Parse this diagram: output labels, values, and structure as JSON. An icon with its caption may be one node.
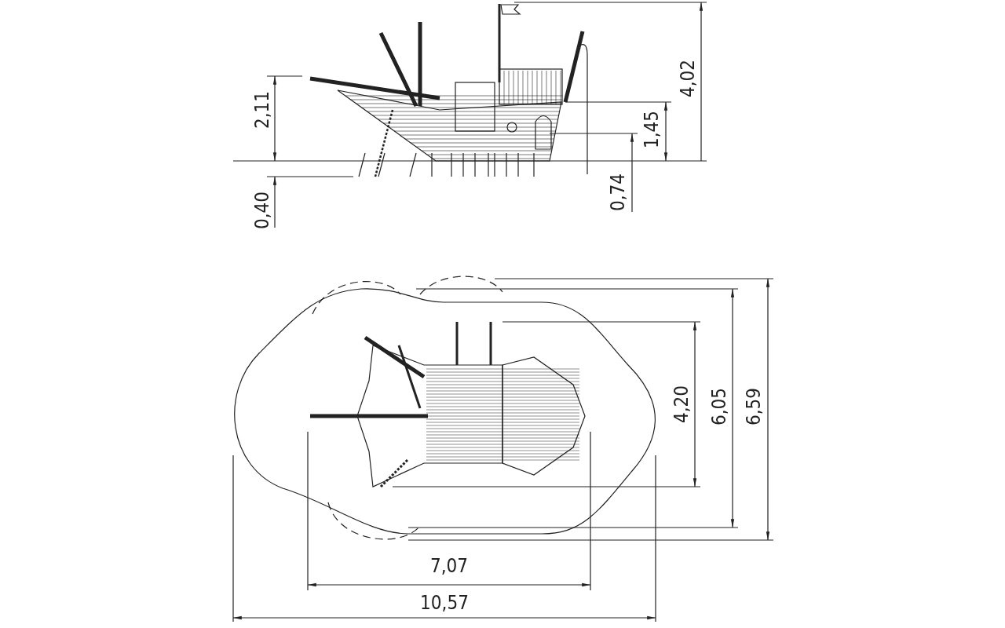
{
  "diagram": {
    "labels": [
      "4,02",
      "2,11",
      "1,45",
      "0,74",
      "0,40",
      "4,20",
      "6,05",
      "6,59",
      "7,07",
      "10,57"
    ]
  }
}
